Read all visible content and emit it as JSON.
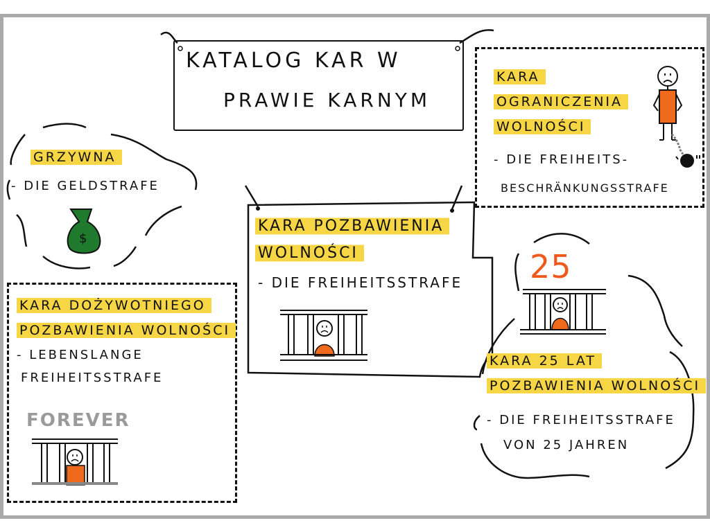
{
  "title": {
    "line1": "KATALOG  KAR W",
    "line2": "PRAWIE KARNYM"
  },
  "colors": {
    "highlight": "#f7d645",
    "prisoner_orange": "#ef6a1c",
    "money_green": "#1f7a2e",
    "frame_gray": "#a9a9a9",
    "forever_gray": "#9a9a9a",
    "ink": "#111111"
  },
  "panels": {
    "restriction": {
      "heading": [
        "KARA",
        "OGRANICZENIA",
        "WOLNOŚCI"
      ],
      "subtext": [
        "- DIE FREIHEITS-",
        "BESCHRÄNKUNGSSTRAFE"
      ],
      "illustration": "sad-prisoner-with-ball-and-chain"
    },
    "fine": {
      "heading": "GRZYWNA",
      "subtext": "- DIE GELDSTRAFE",
      "illustration": "money-bag-icon",
      "symbol": "$"
    },
    "imprisonment": {
      "heading": [
        "KARA POZBAWIENIA",
        "WOLNOŚCI"
      ],
      "subtext": "- DIE FREIHEITSSTRAFE",
      "illustration": "prisoner-behind-bars"
    },
    "life": {
      "heading": [
        "KARA DOŻYWOTNIEGO",
        "POZBAWIENIA WOLNOŚCI"
      ],
      "subtext": [
        "- LEBENSLANGE",
        "FREIHEITSSTRAFE"
      ],
      "caption": "FOREVER",
      "illustration": "prisoner-behind-bars"
    },
    "twentyfive": {
      "number": "25",
      "heading": [
        "KARA 25 LAT",
        "POZBAWIENIA WOLNOŚCI"
      ],
      "subtext": [
        "- DIE FREIHEITSSTRAFE",
        "VON 25 JAHREN"
      ],
      "illustration": "prisoner-behind-bars"
    }
  }
}
